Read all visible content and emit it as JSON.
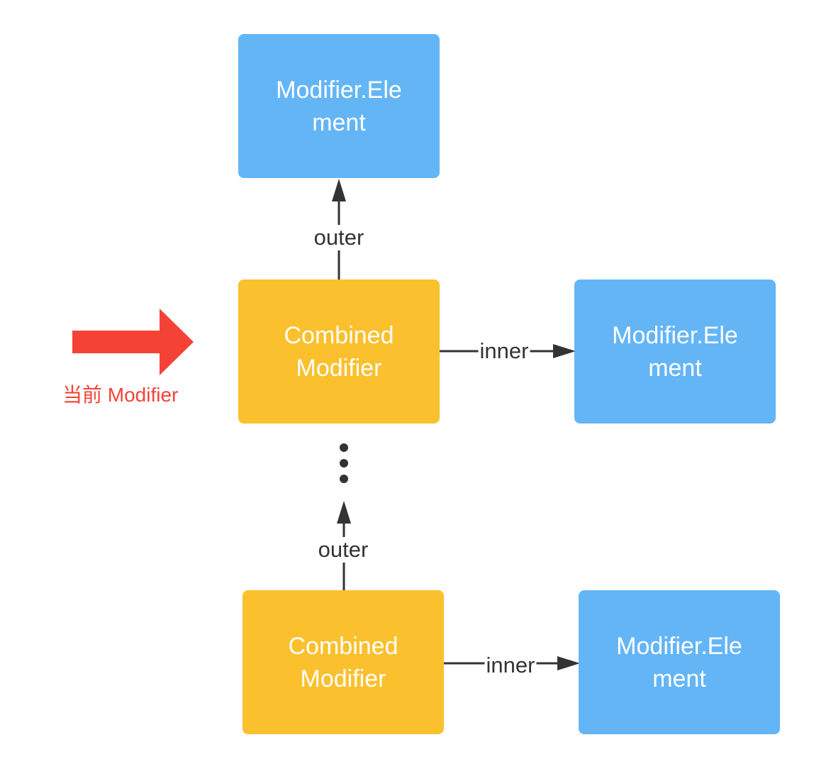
{
  "colors": {
    "element_box": "#64b5f6",
    "combined_box": "#fbc02d",
    "pointer_arrow": "#f44336",
    "connector": "#333333"
  },
  "nodes": {
    "top_element": {
      "line1": "Modifier.Ele",
      "line2": "ment"
    },
    "combined_1": {
      "line1": "Combined",
      "line2": "Modifier"
    },
    "element_1": {
      "line1": "Modifier.Ele",
      "line2": "ment"
    },
    "combined_2": {
      "line1": "Combined",
      "line2": "Modifier"
    },
    "element_2": {
      "line1": "Modifier.Ele",
      "line2": "ment"
    }
  },
  "edges": {
    "outer_1": "outer",
    "inner_1": "inner",
    "outer_2": "outer",
    "inner_2": "inner"
  },
  "pointer": {
    "label": "当前 Modifier"
  }
}
